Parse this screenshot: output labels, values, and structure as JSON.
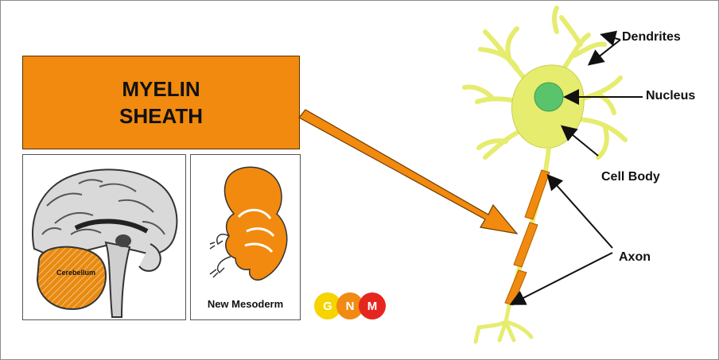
{
  "title_box": {
    "line1": "MYELIN",
    "line2": "SHEATH"
  },
  "brain_panel": {
    "region_label": "Cerebellum"
  },
  "embryo_panel": {
    "caption": "New Mesoderm"
  },
  "neuron_labels": {
    "dendrites": "Dendrites",
    "nucleus": "Nucleus",
    "cell_body": "Cell Body",
    "axon": "Axon"
  },
  "logo": {
    "letters": [
      "G",
      "N",
      "M"
    ],
    "colors": [
      "#f5d400",
      "#f08a12",
      "#e52620"
    ]
  },
  "colors": {
    "highlight_orange": "#f18a0e",
    "neuron_yellow": "#e6ec6e",
    "nucleus_green": "#5ac46d"
  }
}
